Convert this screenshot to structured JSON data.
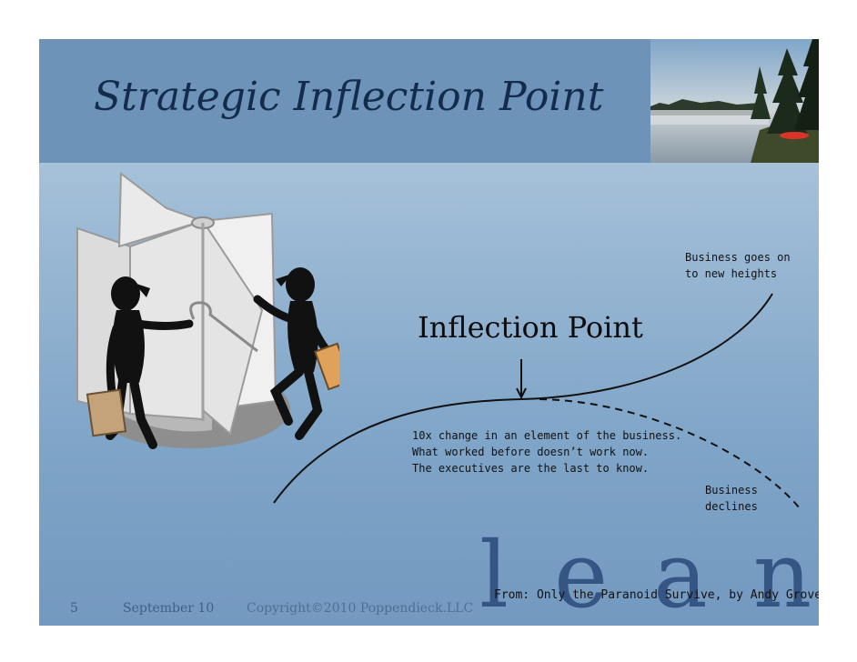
{
  "slide": {
    "title": "Strategic Inflection Point",
    "heights_line1": "Business goes on",
    "heights_line2": "to new heights",
    "inflection_label": "Inflection Point",
    "change_line1": "10x change in an element of the business.",
    "change_line2": "What worked before doesn’t work now.",
    "change_line3": "The executives are the last to know.",
    "declines_line1": "Business",
    "declines_line2": "declines",
    "source": "From: Only the Paranoid Survive, by Andy Grove,",
    "watermark": "lean"
  },
  "footer": {
    "page_number": "5",
    "date": "September 10",
    "copyright": "Copyright©2010 Poppendieck.LLC"
  },
  "colors": {
    "title_bar": "#6e93b8",
    "title_text": "#142c4c",
    "background_top": "#b9cfe0",
    "background_bottom": "#7499c0"
  },
  "icons": [
    "lake-photo",
    "revolving-door-figures-illustration",
    "down-arrow-icon"
  ]
}
